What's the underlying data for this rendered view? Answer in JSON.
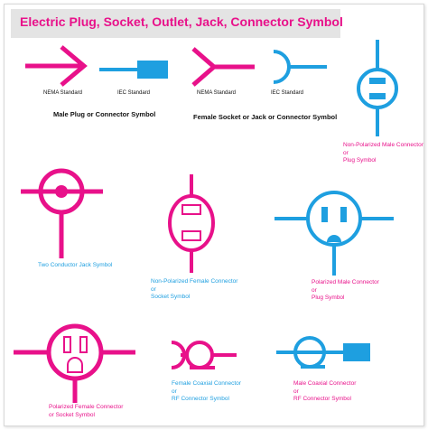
{
  "title": "Electric Plug, Socket, Outlet, Jack, Connector Symbol",
  "colors": {
    "pink": "#e8118a",
    "blue": "#1e9fe0",
    "title_bar": "#e4e4e4"
  },
  "labels": {
    "nema_standard_1": "NEMA Standard",
    "iec_standard_1": "IEC Standard",
    "nema_standard_2": "NEMA Standard",
    "iec_standard_2": "IEC Standard",
    "male_plug": "Male Plug or Connector Symbol",
    "female_socket": "Female Socket or Jack or Connector Symbol"
  },
  "captions": {
    "non_polarized_male": [
      "Non-Polarized Male Connector",
      "or",
      "Plug Symbol"
    ],
    "two_conductor_jack": [
      "Two Conductor Jack Symbol"
    ],
    "non_polarized_female": [
      "Non-Polarized Female Connector",
      "or",
      "Socket Symbol"
    ],
    "polarized_male": [
      "Polarized Male Connector",
      "or",
      "Plug Symbol"
    ],
    "polarized_female": [
      "Polarized Female Connector",
      "or Socket Symbol"
    ],
    "female_coaxial": [
      "Female Coaxial Connector",
      "or",
      "RF Connector Symbol"
    ],
    "male_coaxial": [
      "Male Coaxial Connector",
      "or",
      "RF Connector Symbol"
    ]
  }
}
